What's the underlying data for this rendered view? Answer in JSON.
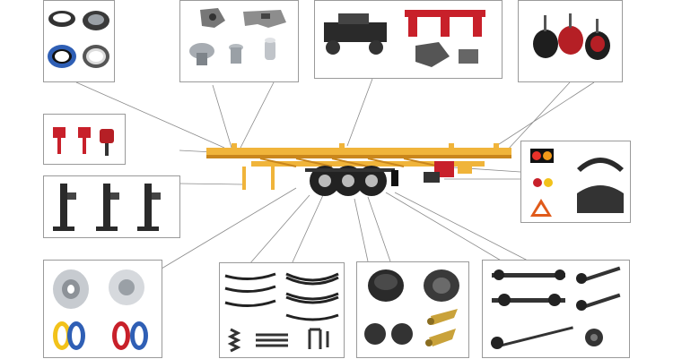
{
  "diagram": {
    "central_item": "semi-trailer-chassis",
    "colors": {
      "chassis": "#f0b43a",
      "chassis_dark": "#c9861c",
      "leader_line": "#8a8a8a",
      "box_border": "#9a9a9a",
      "metal_dark": "#2a2a2a",
      "metal_light": "#bfc3c8",
      "red_part": "#c8202a",
      "blue_ring": "#2f5fb5",
      "yellow_ring": "#f2c21a"
    },
    "parts_groups": [
      {
        "id": "seals-and-rings",
        "icons": [
          "seal-ring-icon",
          "turntable-ring-icon",
          "blue-seal-ring-icon",
          "bearing-ring-icon"
        ]
      },
      {
        "id": "fifth-wheel-and-kingpin",
        "icons": [
          "fifth-wheel-icon",
          "coupling-plate-icon",
          "kingpin-flange-icon",
          "kingpin-icon",
          "bushing-icon"
        ]
      },
      {
        "id": "suspension-assemblies",
        "icons": [
          "bogie-suspension-icon",
          "hanger-bracket-icon",
          "torque-arm-icon"
        ]
      },
      {
        "id": "brake-chambers",
        "icons": [
          "spring-brake-chamber-icon",
          "double-brake-chamber-icon",
          "brake-chamber-icon"
        ]
      },
      {
        "id": "container-locks",
        "icons": [
          "twist-lock-icon",
          "twist-lock-icon",
          "twist-lock-icon"
        ]
      },
      {
        "id": "landing-gear",
        "icons": [
          "landing-leg-icon",
          "landing-leg-icon",
          "landing-leg-icon"
        ]
      },
      {
        "id": "lights-and-fenders",
        "icons": [
          "tail-light-icon",
          "reflector-icon",
          "warning-triangle-icon",
          "mudguard-icon"
        ]
      },
      {
        "id": "wheel-rims",
        "icons": [
          "steel-rim-icon",
          "wheel-rim-icon",
          "tire-flap-icon"
        ]
      },
      {
        "id": "leaf-springs",
        "icons": [
          "leaf-spring-icon",
          "coil-spring-icon",
          "u-bolt-icon"
        ]
      },
      {
        "id": "hubs-and-drums",
        "icons": [
          "brake-drum-icon",
          "wheel-hub-icon",
          "slack-adjuster-icon"
        ]
      },
      {
        "id": "axles-and-shafts",
        "icons": [
          "axle-shaft-icon",
          "camshaft-icon",
          "spindle-icon"
        ]
      }
    ]
  }
}
